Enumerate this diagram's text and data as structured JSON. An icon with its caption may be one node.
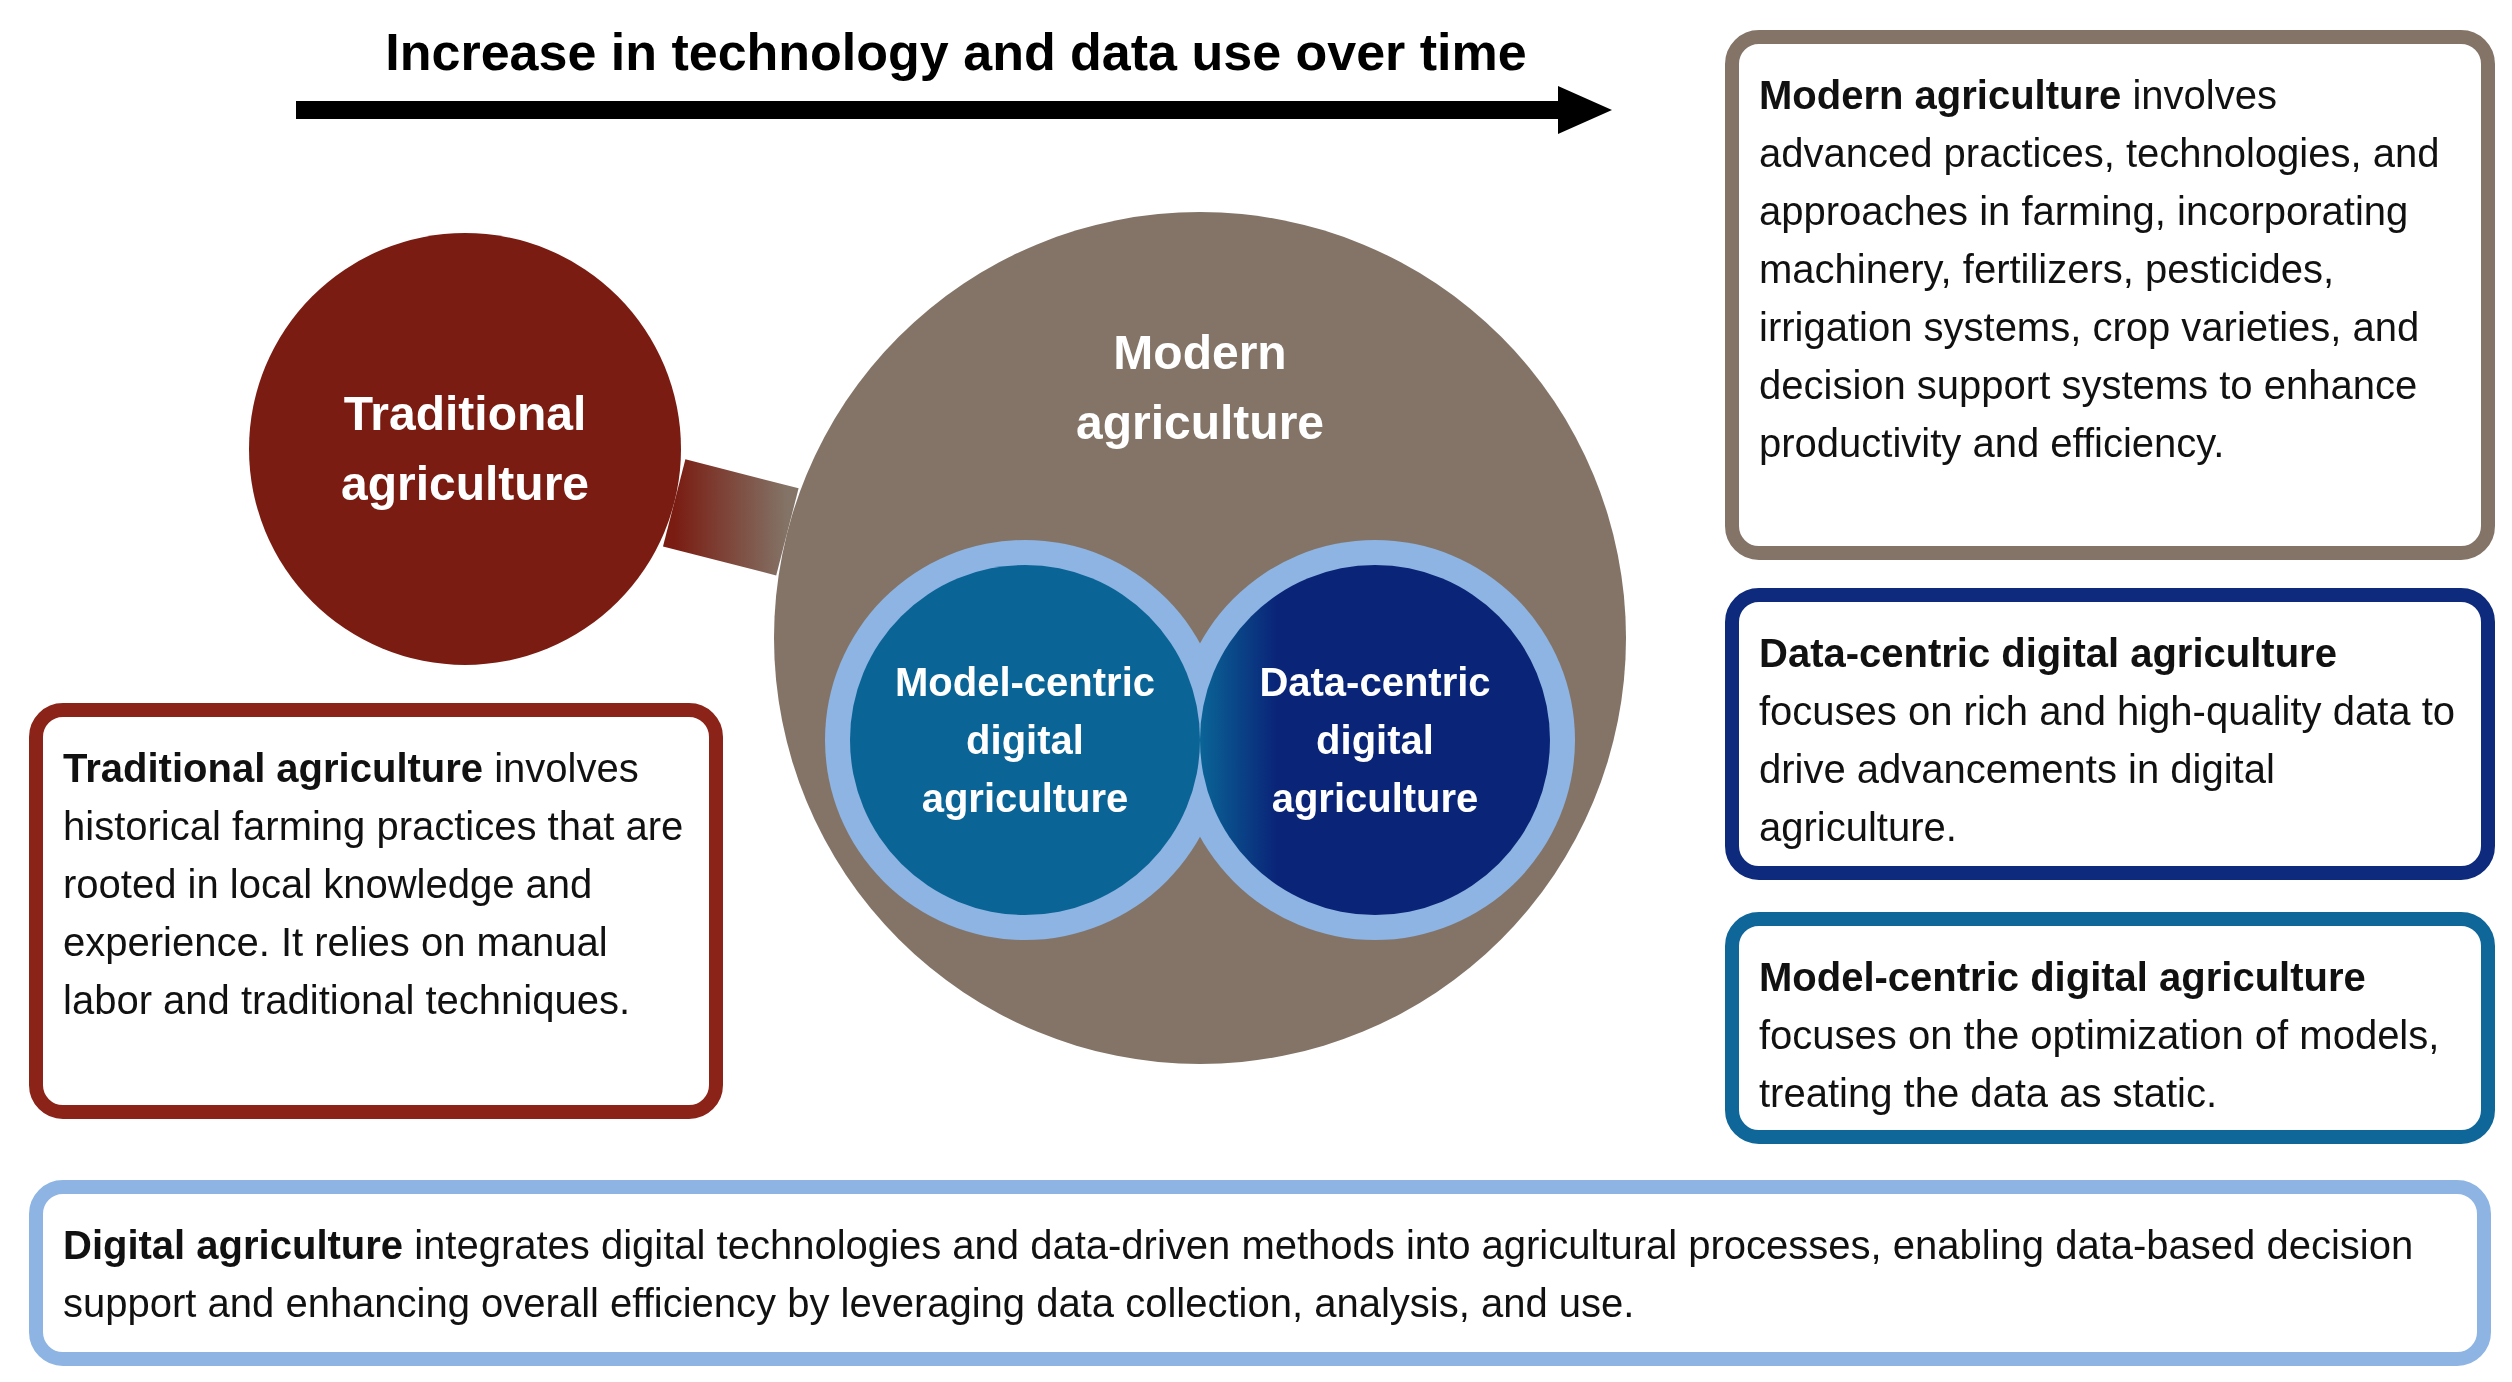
{
  "diagram": {
    "title": "Increase in technology and data use over time",
    "nodes": [
      {
        "text": [
          "Traditional agriculture"
        ]
      },
      {
        "text": [
          "Modern agriculture"
        ]
      },
      {
        "text": [
          "Model-centric digital agriculture"
        ],
        "in": 1
      },
      {
        "text": [
          "Data-centric digital agriculture"
        ],
        "in": 1
      },
      {
        "text": [
          "**Modern agriculture** involves advanced practices, technologies, and approaches in farming, incorporating machinery, fertilizers, pesticides, irrigation systems, crop varieties, and decision support systems to enhance productivity and efficiency."
        ]
      },
      {
        "text": [
          "**Data-centric digital agriculture** focuses on rich and high-quality data to drive advancements in digital agriculture."
        ]
      },
      {
        "text": [
          "**Model-centric digital agriculture** focuses on the optimization of models, treating the data as static."
        ]
      },
      {
        "text": [
          "**Traditional agriculture** involves historical farming practices that are rooted in local knowledge and experience. It relies on manual labor and traditional techniques."
        ]
      },
      {
        "text": [
          "**Digital agriculture** integrates digital technologies and data-driven methods into agricultural processes, enabling data-based decision support and enhancing overall efficiency by leveraging data collection, analysis, and use."
        ]
      }
    ],
    "edges": [
      {
        "from": 0,
        "to": 1,
        "arrow": "none"
      }
    ]
  }
}
